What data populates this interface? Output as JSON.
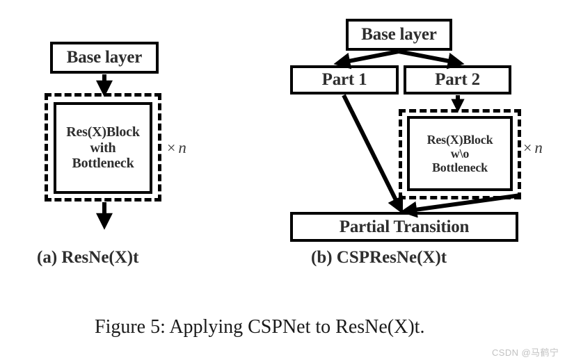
{
  "figure": {
    "caption": "Figure 5: Applying CSPNet to ResNe(X)t.",
    "watermark": "CSDN @马鹤宁",
    "colors": {
      "stroke": "#000000",
      "text": "#2e2e2e",
      "background": "#ffffff",
      "watermark": "#c2c2c2"
    }
  },
  "diagram_a": {
    "sublabel": "(a) ResNe(X)t",
    "base_layer": "Base layer",
    "res_block": {
      "line1": "Res(X)Block",
      "line2": "with",
      "line3": "Bottleneck"
    },
    "multiplier": {
      "times": "×",
      "n": "n"
    }
  },
  "diagram_b": {
    "sublabel": "(b) CSPResNe(X)t",
    "base_layer": "Base layer",
    "part1": "Part 1",
    "part2": "Part 2",
    "res_block": {
      "line1": "Res(X)Block",
      "line2": "w\\o",
      "line3": "Bottleneck"
    },
    "multiplier": {
      "times": "×",
      "n": "n"
    },
    "partial_transition": "Partial Transition"
  }
}
